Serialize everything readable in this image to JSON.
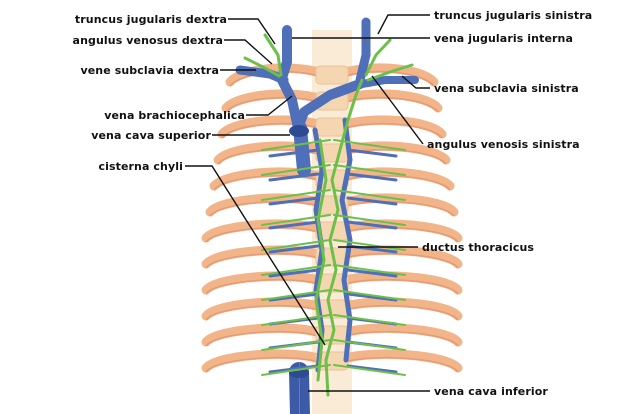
{
  "labels": {
    "truncus_jugularis_dextra": "truncus jugularis dextra",
    "angulus_venosus_dextra": "angulus venosus dextra",
    "vene_subclavia_dextra": "vene subclavia dextra",
    "vena_brachiocephalica": "vena brachiocephalica",
    "vena_cava_superior": "vena cava superior",
    "cisterna_chyli": "cisterna chyli",
    "truncus_jugularis_sinistra": "truncus jugularis sinistra",
    "vena_jugularis_interna": "vena jugularis interna",
    "vena_subclavia_sinistra": "vena subclavia sinistra",
    "angulus_venosis_sinistra": "angulus venosis sinistra",
    "ductus_thoracicus": "ductus thoracicus",
    "vena_cava_inferior": "vena cava inferior"
  },
  "colors": {
    "vein": "#4f6fb8",
    "vein_light": "#8fa6d8",
    "lymph": "#6cc04a",
    "rib": "#f2b58a",
    "rib_dark": "#e48a5e",
    "cartilage": "#f7e3c4",
    "leader": "#111111"
  }
}
